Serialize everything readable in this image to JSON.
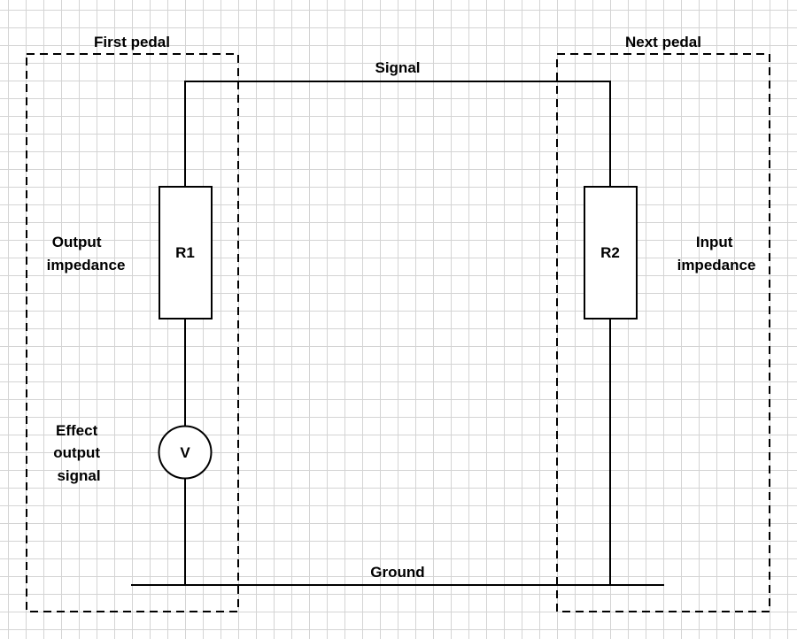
{
  "colors": {
    "background": "#ffffff",
    "grid": "#d4d4d4",
    "ink": "#000000"
  },
  "blocks": {
    "first_pedal": "First pedal",
    "next_pedal": "Next pedal"
  },
  "wires": {
    "signal": "Signal",
    "ground": "Ground"
  },
  "components": {
    "r1": "R1",
    "r2": "R2",
    "source": "V"
  },
  "annotations": {
    "output_impedance": [
      "Output",
      "impedance"
    ],
    "input_impedance": [
      "Input",
      "impedance"
    ],
    "effect_output_signal": [
      "Effect",
      "output",
      "signal"
    ]
  }
}
